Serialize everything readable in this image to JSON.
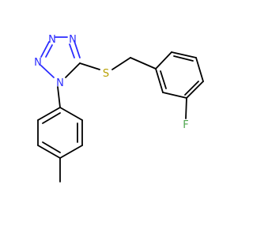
{
  "molecule": {
    "atom_labels": {
      "n1": "N",
      "n2": "N",
      "n3": "N",
      "n4": "N",
      "s": "S",
      "f": "F"
    },
    "colors": {
      "nitrogen": "#2b2bff",
      "sulfur": "#b8a000",
      "fluorine": "#4fa64f",
      "bond": "#000000"
    }
  }
}
